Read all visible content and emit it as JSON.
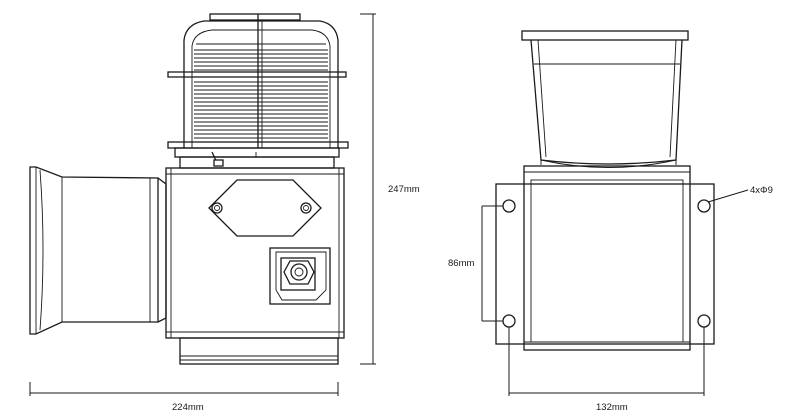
{
  "dimensions": {
    "total_height": "247mm",
    "total_width": "224mm",
    "mount_spacing_horizontal": "132mm",
    "mount_spacing_vertical": "86mm",
    "mount_holes": "4xΦ9"
  },
  "colors": {
    "line": "#1a1a1a",
    "background": "#ffffff"
  }
}
